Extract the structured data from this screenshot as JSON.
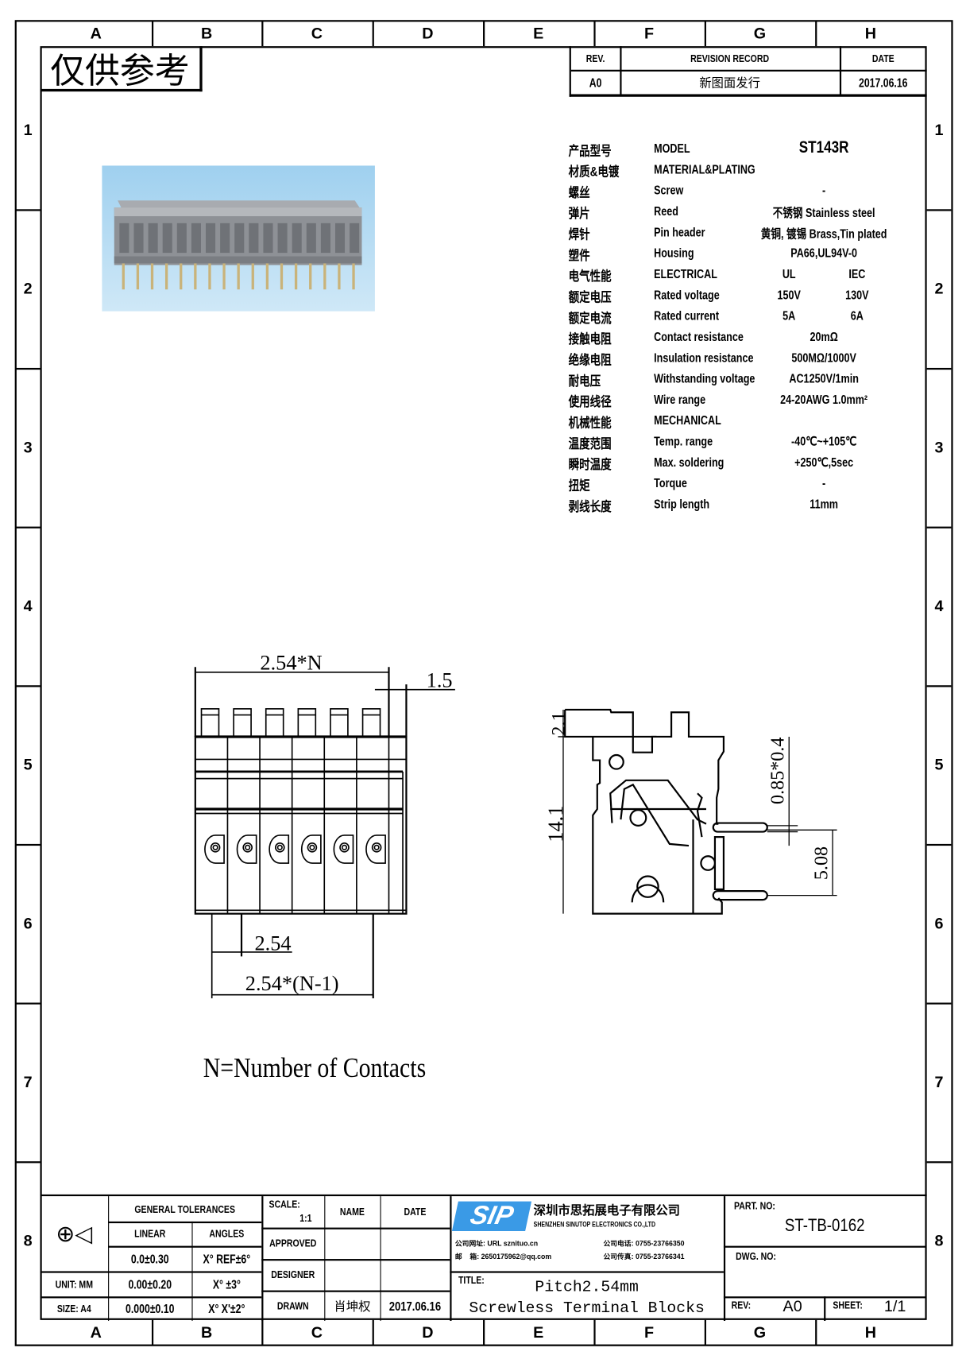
{
  "grid": {
    "columns": [
      "A",
      "B",
      "C",
      "D",
      "E",
      "F",
      "G",
      "H"
    ],
    "rows": [
      "1",
      "2",
      "3",
      "4",
      "5",
      "6",
      "7",
      "8"
    ]
  },
  "stamp": "仅供参考",
  "revision": {
    "headers": [
      "REV.",
      "REVISION RECORD",
      "DATE"
    ],
    "rows": [
      [
        "A0",
        "新图面发行",
        "2017.06.16"
      ]
    ]
  },
  "specs": [
    {
      "cn": "产品型号",
      "en": "MODEL",
      "value": "ST143R"
    },
    {
      "cn": "材质&电镀",
      "en": "MATERIAL&PLATING",
      "value": ""
    },
    {
      "cn": "螺丝",
      "en": "Screw",
      "value": "-"
    },
    {
      "cn": "弹片",
      "en": "Reed",
      "value": "不锈钢 Stainless steel"
    },
    {
      "cn": "焊针",
      "en": "Pin header",
      "value": "黄铜, 镀锡 Brass,Tin plated"
    },
    {
      "cn": "塑件",
      "en": "Housing",
      "value": "PA66,UL94V-0"
    },
    {
      "cn": "电气性能",
      "en": "ELECTRICAL",
      "ul": "UL",
      "iec": "IEC"
    },
    {
      "cn": "额定电压",
      "en": "Rated voltage",
      "ul": "150V",
      "iec": "130V"
    },
    {
      "cn": "额定电流",
      "en": "Rated current",
      "ul": "5A",
      "iec": "6A"
    },
    {
      "cn": "接触电阻",
      "en": "Contact resistance",
      "value": "20mΩ"
    },
    {
      "cn": "绝缘电阻",
      "en": "Insulation resistance",
      "value": "500MΩ/1000V"
    },
    {
      "cn": "耐电压",
      "en": "Withstanding voltage",
      "value": "AC1250V/1min"
    },
    {
      "cn": "使用线径",
      "en": "Wire range",
      "value": "24-20AWG 1.0mm²"
    },
    {
      "cn": "机械性能",
      "en": "MECHANICAL",
      "value": ""
    },
    {
      "cn": "温度范围",
      "en": "Temp. range",
      "value": "-40℃~+105℃"
    },
    {
      "cn": "瞬时温度",
      "en": "Max. soldering",
      "value": "+250℃,5sec"
    },
    {
      "cn": "扭矩",
      "en": "Torque",
      "value": "-"
    },
    {
      "cn": "剥线长度",
      "en": "Strip length",
      "value": "11mm"
    }
  ],
  "dimensions": {
    "front_width": "2.54*N",
    "end_offset": "1.5",
    "pitch": "2.54",
    "pin_span": "2.54*(N-1)",
    "top_height": "2.1",
    "total_height": "14.1",
    "pin_size": "0.85*0.4",
    "pin_spacing": "5.08"
  },
  "note": "N=Number of Contacts",
  "title_block": {
    "general_tolerances": "GENERAL TOLERANCES",
    "linear": "LINEAR",
    "angles": "ANGLES",
    "tol_rows": [
      [
        "0.0±0.30",
        "X° REF±6°"
      ],
      [
        "0.00±0.20",
        "X° ±3°"
      ],
      [
        "0.000±0.10",
        "X° X'±2°"
      ]
    ],
    "unit": "UNIT: MM",
    "size": "SIZE: A4",
    "scale_label": "SCALE:",
    "scale_value": "1:1",
    "name": "NAME",
    "date": "DATE",
    "approved": "APPROVED",
    "designer": "DESIGNER",
    "drawn": "DRAWN",
    "drawn_name": "肖坤权",
    "drawn_date": "2017.06.16",
    "company_logo": "SIP",
    "company_cn": "深圳市思拓展电子有限公司",
    "company_en": "SHENZHEN SINUTOP ELECTRONICS CO.,LTD",
    "contact_1_label": "公司网址:",
    "contact_1_value": "URL sznituo.cn",
    "contact_2_label": "公司电话:",
    "contact_2_value": "0755-23766350",
    "contact_3_label": "邮    箱:",
    "contact_3_value": "2650175962@qq.com",
    "contact_4_label": "公司传真:",
    "contact_4_value": "0755-23766341",
    "title_label": "TITLE:",
    "title_line1": "Pitch2.54mm",
    "title_line2": "Screwless Terminal Blocks",
    "part_no_label": "PART. NO:",
    "part_no": "ST-TB-0162",
    "dwg_no_label": "DWG. NO:",
    "rev_label": "REV:",
    "rev": "A0",
    "sheet_label": "SHEET:",
    "sheet": "1/1"
  },
  "colors": {
    "logo_blue": "#3a9ae6",
    "photo_bg": "#a9d4ee",
    "housing": "#8e9196"
  }
}
